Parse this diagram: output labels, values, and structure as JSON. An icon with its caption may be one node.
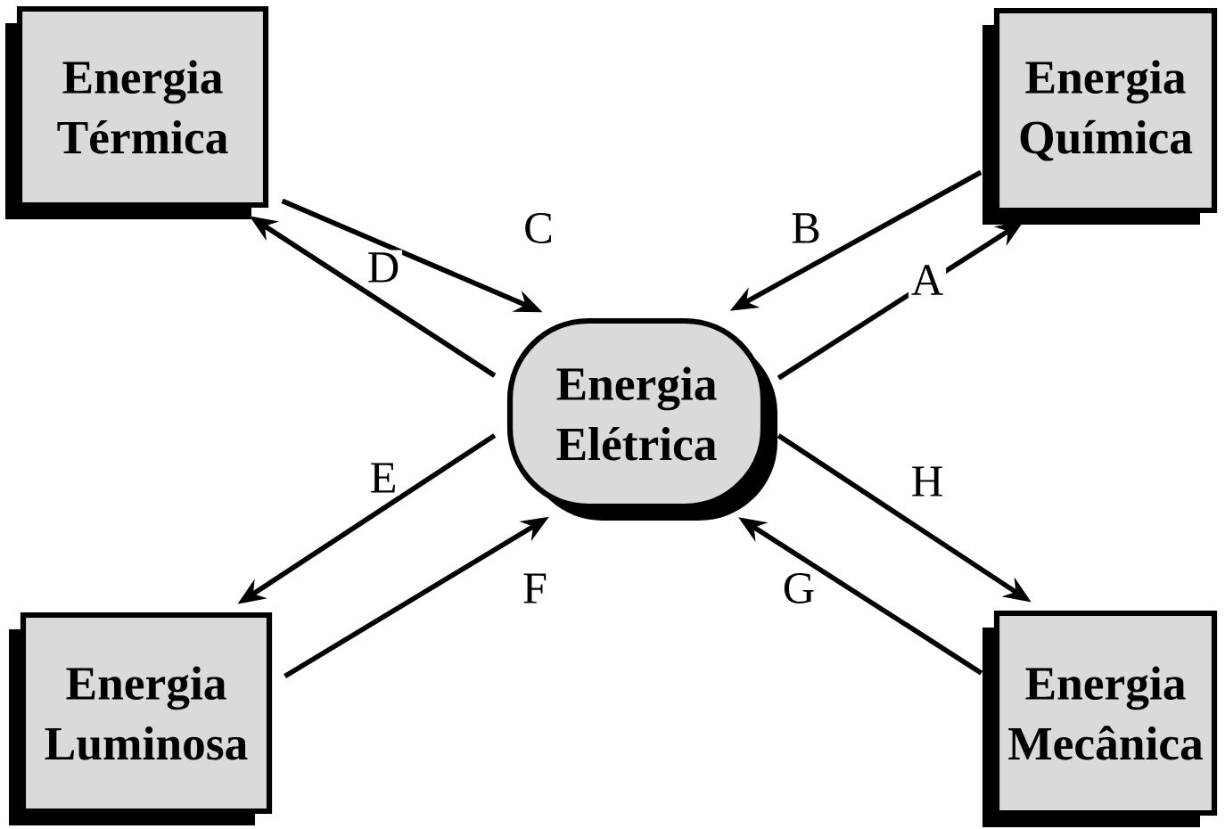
{
  "diagram": {
    "nodes": [
      {
        "text": [
          "Energia Térmica"
        ]
      },
      {
        "text": [
          "Energia Química"
        ]
      },
      {
        "text": [
          "Energia Elétrica"
        ]
      },
      {
        "text": [
          "Energia Luminosa"
        ]
      },
      {
        "text": [
          "Energia Mecânica"
        ]
      }
    ],
    "edges": [
      {
        "from": 0,
        "to": 2,
        "arrow": "to",
        "label": "C"
      },
      {
        "from": 2,
        "to": 0,
        "arrow": "to",
        "label": "D"
      },
      {
        "from": 1,
        "to": 2,
        "arrow": "to",
        "label": "B"
      },
      {
        "from": 2,
        "to": 1,
        "arrow": "to",
        "label": "A"
      },
      {
        "from": 2,
        "to": 3,
        "arrow": "to",
        "label": "E"
      },
      {
        "from": 3,
        "to": 2,
        "arrow": "to",
        "label": "F"
      },
      {
        "from": 4,
        "to": 2,
        "arrow": "to",
        "label": "G"
      },
      {
        "from": 2,
        "to": 4,
        "arrow": "to",
        "label": "H"
      }
    ]
  }
}
